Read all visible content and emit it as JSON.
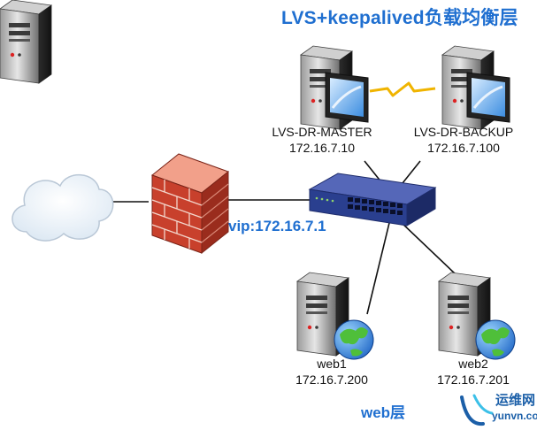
{
  "title": "LVS+keepalived负载均衡层",
  "vip": "vip:172.16.7.1",
  "web_layer_title": "web层",
  "nodes": {
    "master": {
      "name": "LVS-DR-MASTER",
      "ip": "172.16.7.10"
    },
    "backup": {
      "name": "LVS-DR-BACKUP",
      "ip": "172.16.7.100"
    },
    "web1": {
      "name": "web1",
      "ip": "172.16.7.200"
    },
    "web2": {
      "name": "web2",
      "ip": "172.16.7.201"
    }
  },
  "watermark": {
    "brand_cn": "运维网",
    "url": "yunvn.com"
  },
  "colors": {
    "accent": "#1f6fd0",
    "switch": "#2a3f8f",
    "firewall": "#c8402c",
    "heartbeat": "#f0b400"
  },
  "icons": [
    "cloud-icon",
    "firewall-icon",
    "switch-icon",
    "server-icon",
    "globe-icon",
    "heartbeat-icon"
  ]
}
